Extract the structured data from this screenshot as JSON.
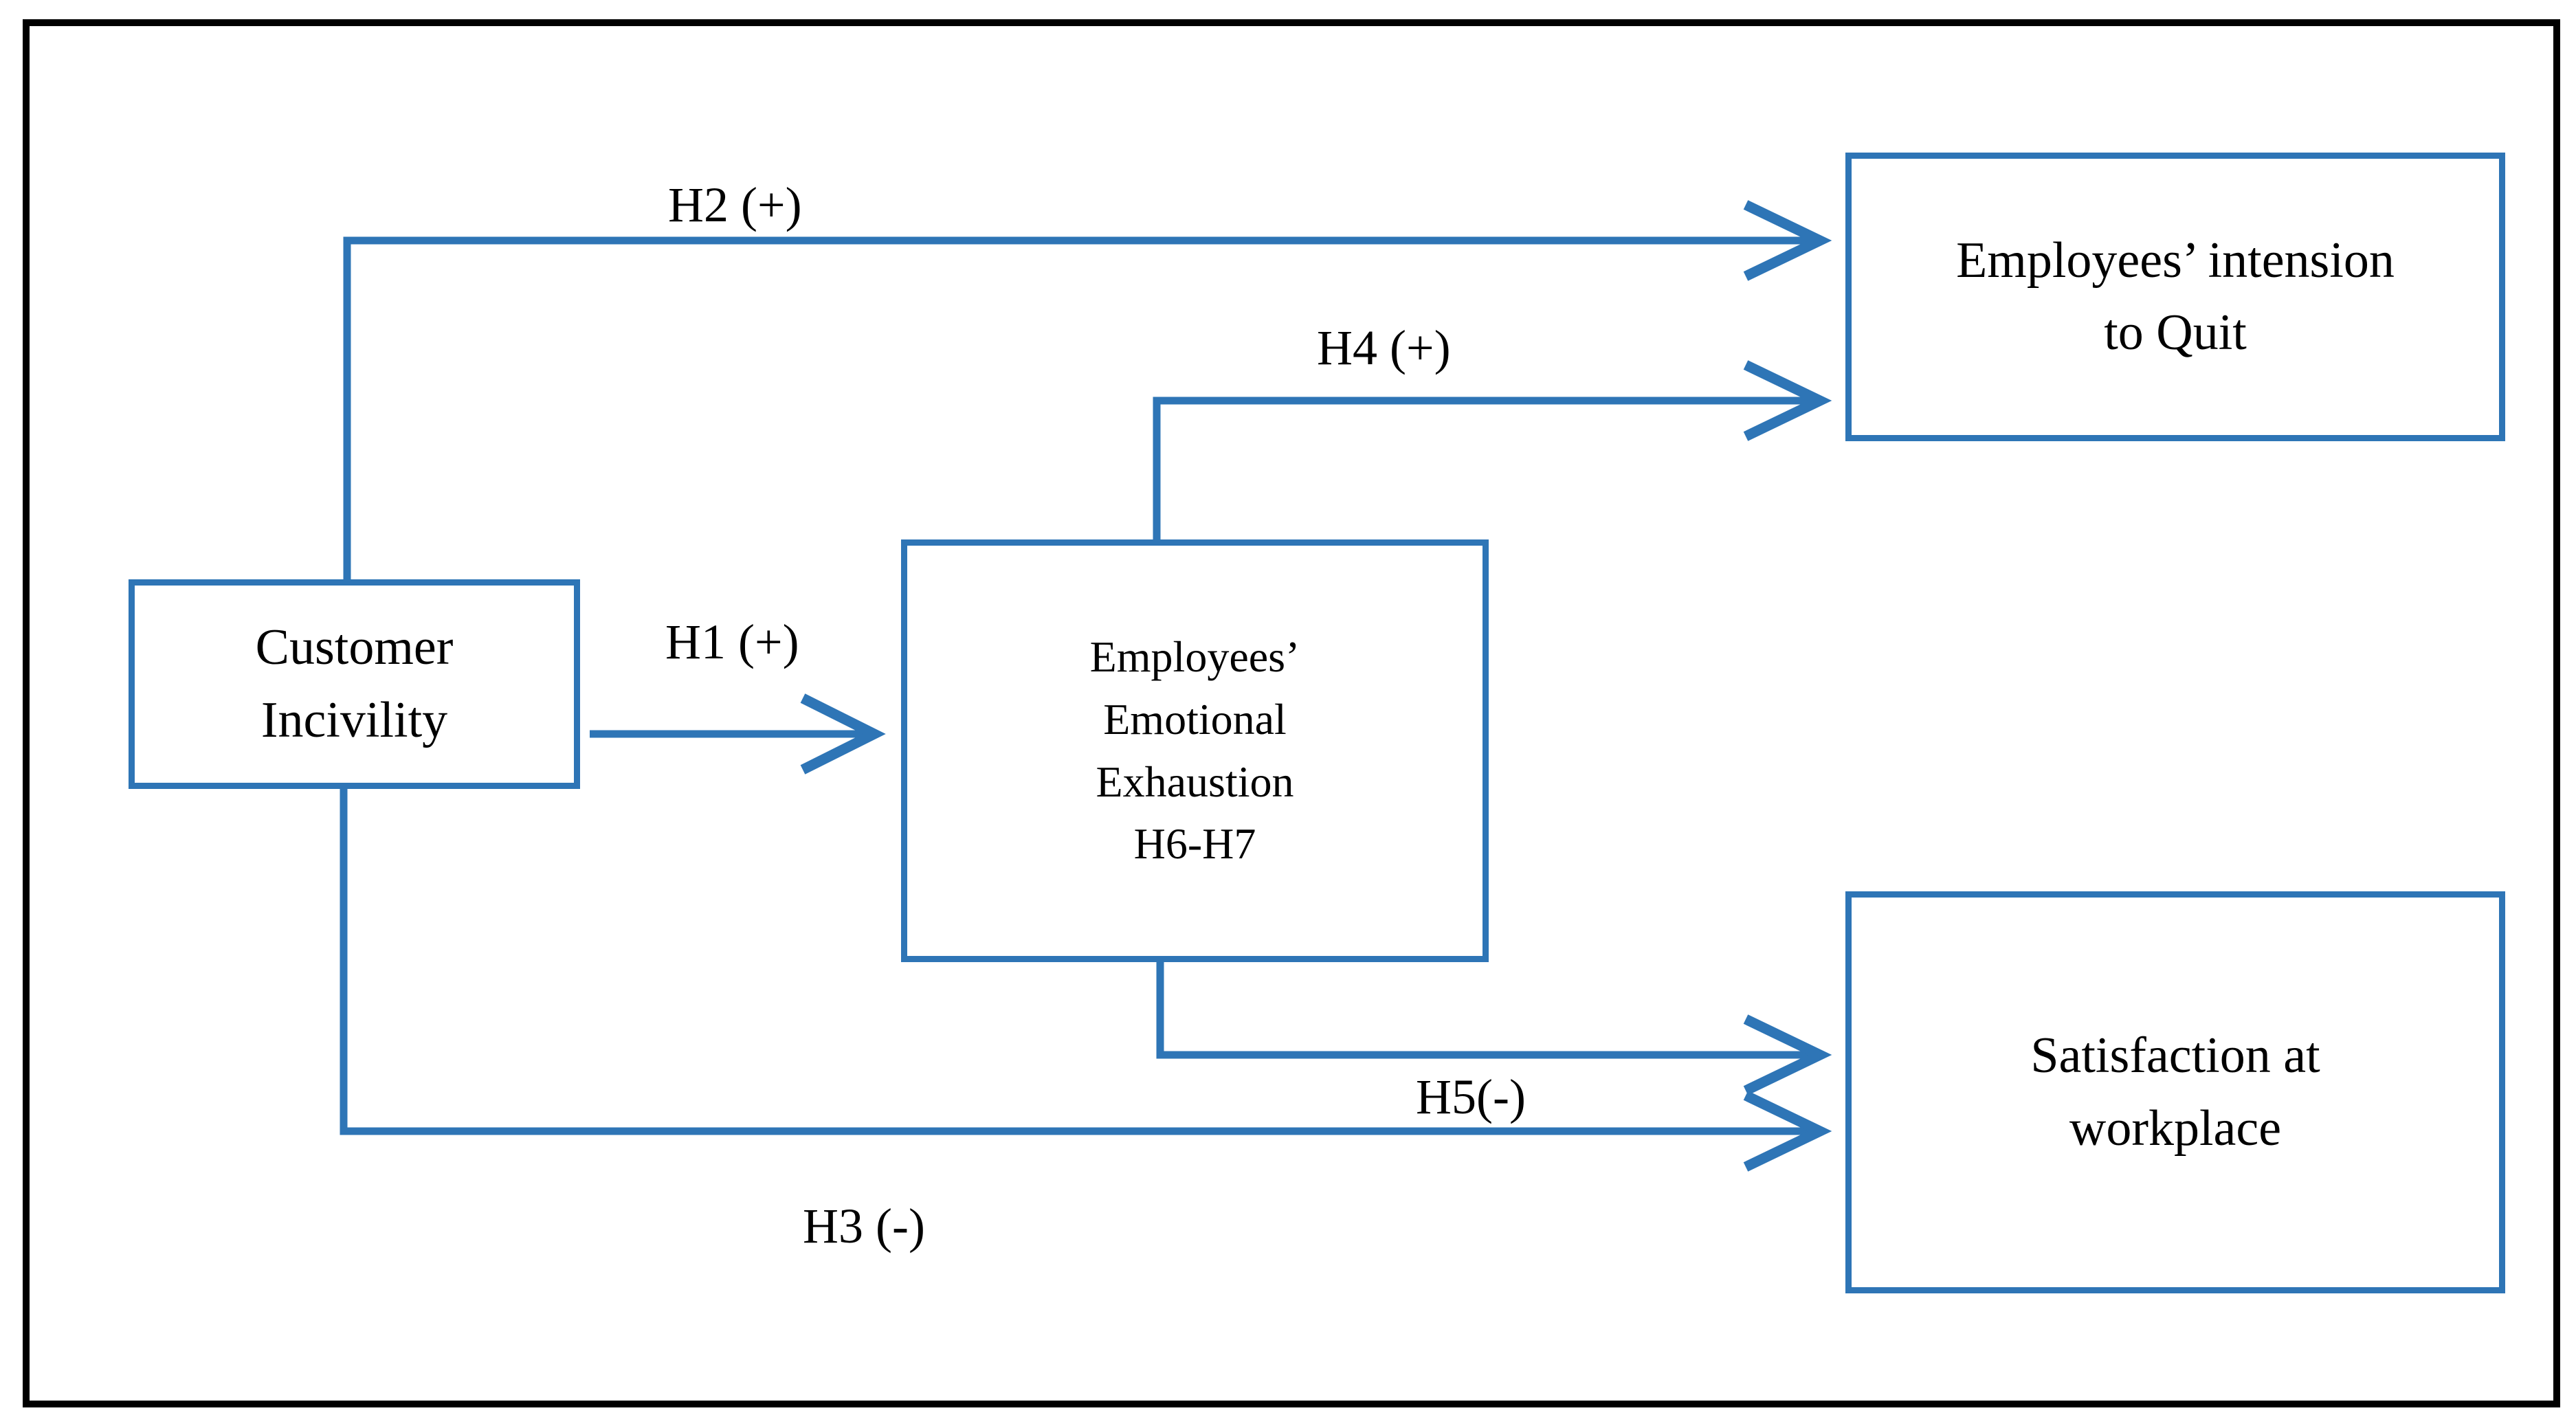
{
  "figure": {
    "type": "conceptual-model-diagram",
    "frame_color": "#000000",
    "node_border_color": "#2E75B6",
    "connector_color": "#2E75B6",
    "background": "#ffffff"
  },
  "nodes": {
    "customer_incivility": {
      "id": "customer-incivility",
      "lines": [
        "Customer",
        "Incivility"
      ],
      "line1": "Customer",
      "line2": "Incivility"
    },
    "emotional_exhaustion": {
      "id": "emotional-exhaustion",
      "lines": [
        "Employees’",
        "Emotional",
        "Exhaustion",
        "H6-H7"
      ],
      "line1": "Employees’",
      "line2": "Emotional",
      "line3": "Exhaustion",
      "line4": "H6-H7"
    },
    "intension_to_quit": {
      "id": "intension-to-quit",
      "lines": [
        "Employees’ intension",
        "to Quit"
      ],
      "line1": "Employees’ intension",
      "line2": "to Quit"
    },
    "satisfaction_at_workplace": {
      "id": "satisfaction-at-workplace",
      "lines": [
        "Satisfaction at",
        "workplace"
      ],
      "line1": "Satisfaction at",
      "line2": "workplace"
    }
  },
  "edges": [
    {
      "id": "h1",
      "label": "H1 (+)",
      "from": "customer_incivility",
      "to": "emotional_exhaustion",
      "sign": "+"
    },
    {
      "id": "h2",
      "label": "H2 (+)",
      "from": "customer_incivility",
      "to": "intension_to_quit",
      "sign": "+"
    },
    {
      "id": "h3",
      "label": "H3 (-)",
      "from": "customer_incivility",
      "to": "satisfaction_at_workplace",
      "sign": "-"
    },
    {
      "id": "h4",
      "label": "H4 (+)",
      "from": "emotional_exhaustion",
      "to": "intension_to_quit",
      "sign": "+"
    },
    {
      "id": "h5",
      "label": "H5(-)",
      "from": "emotional_exhaustion",
      "to": "satisfaction_at_workplace",
      "sign": "-"
    }
  ],
  "labels": {
    "h1": "H1 (+)",
    "h2": "H2 (+)",
    "h3": "H3 (-)",
    "h4": "H4 (+)",
    "h5": "H5(-)"
  }
}
